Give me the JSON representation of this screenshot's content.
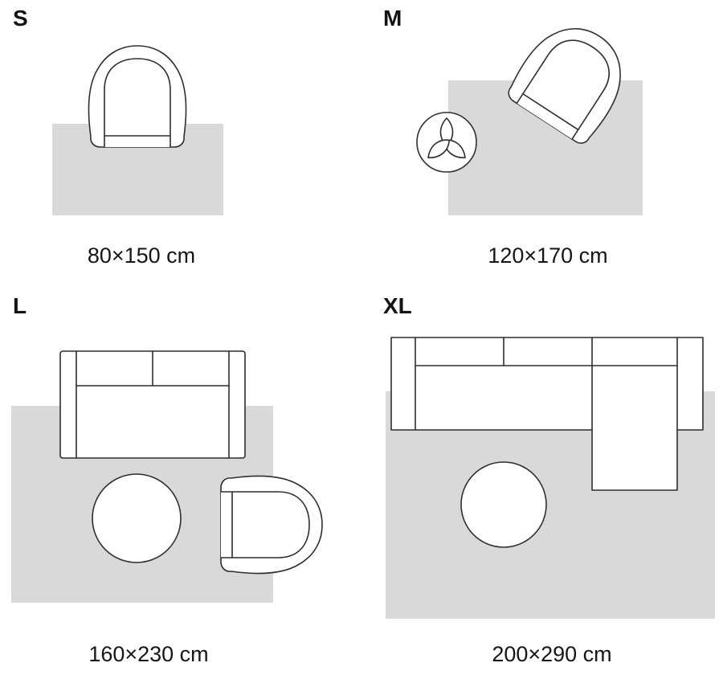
{
  "colors": {
    "background": "#ffffff",
    "rug_fill": "#d9d9d9",
    "furniture_fill": "#ffffff",
    "outline": "#2e2e2e",
    "text": "#141414"
  },
  "sizes": [
    {
      "id": "s",
      "label": "S",
      "dimensions": "80×150 cm",
      "furniture": [
        "armchair-top-icon",
        "rug-icon"
      ]
    },
    {
      "id": "m",
      "label": "M",
      "dimensions": "120×170 cm",
      "furniture": [
        "armchair-top-icon",
        "plant-top-icon",
        "rug-icon"
      ]
    },
    {
      "id": "l",
      "label": "L",
      "dimensions": "160×230 cm",
      "furniture": [
        "sofa-top-icon",
        "coffee-table-top-icon",
        "armchair-top-icon",
        "rug-icon"
      ]
    },
    {
      "id": "xl",
      "label": "XL",
      "dimensions": "200×290 cm",
      "furniture": [
        "sectional-sofa-top-icon",
        "coffee-table-top-icon",
        "rug-icon"
      ]
    }
  ]
}
